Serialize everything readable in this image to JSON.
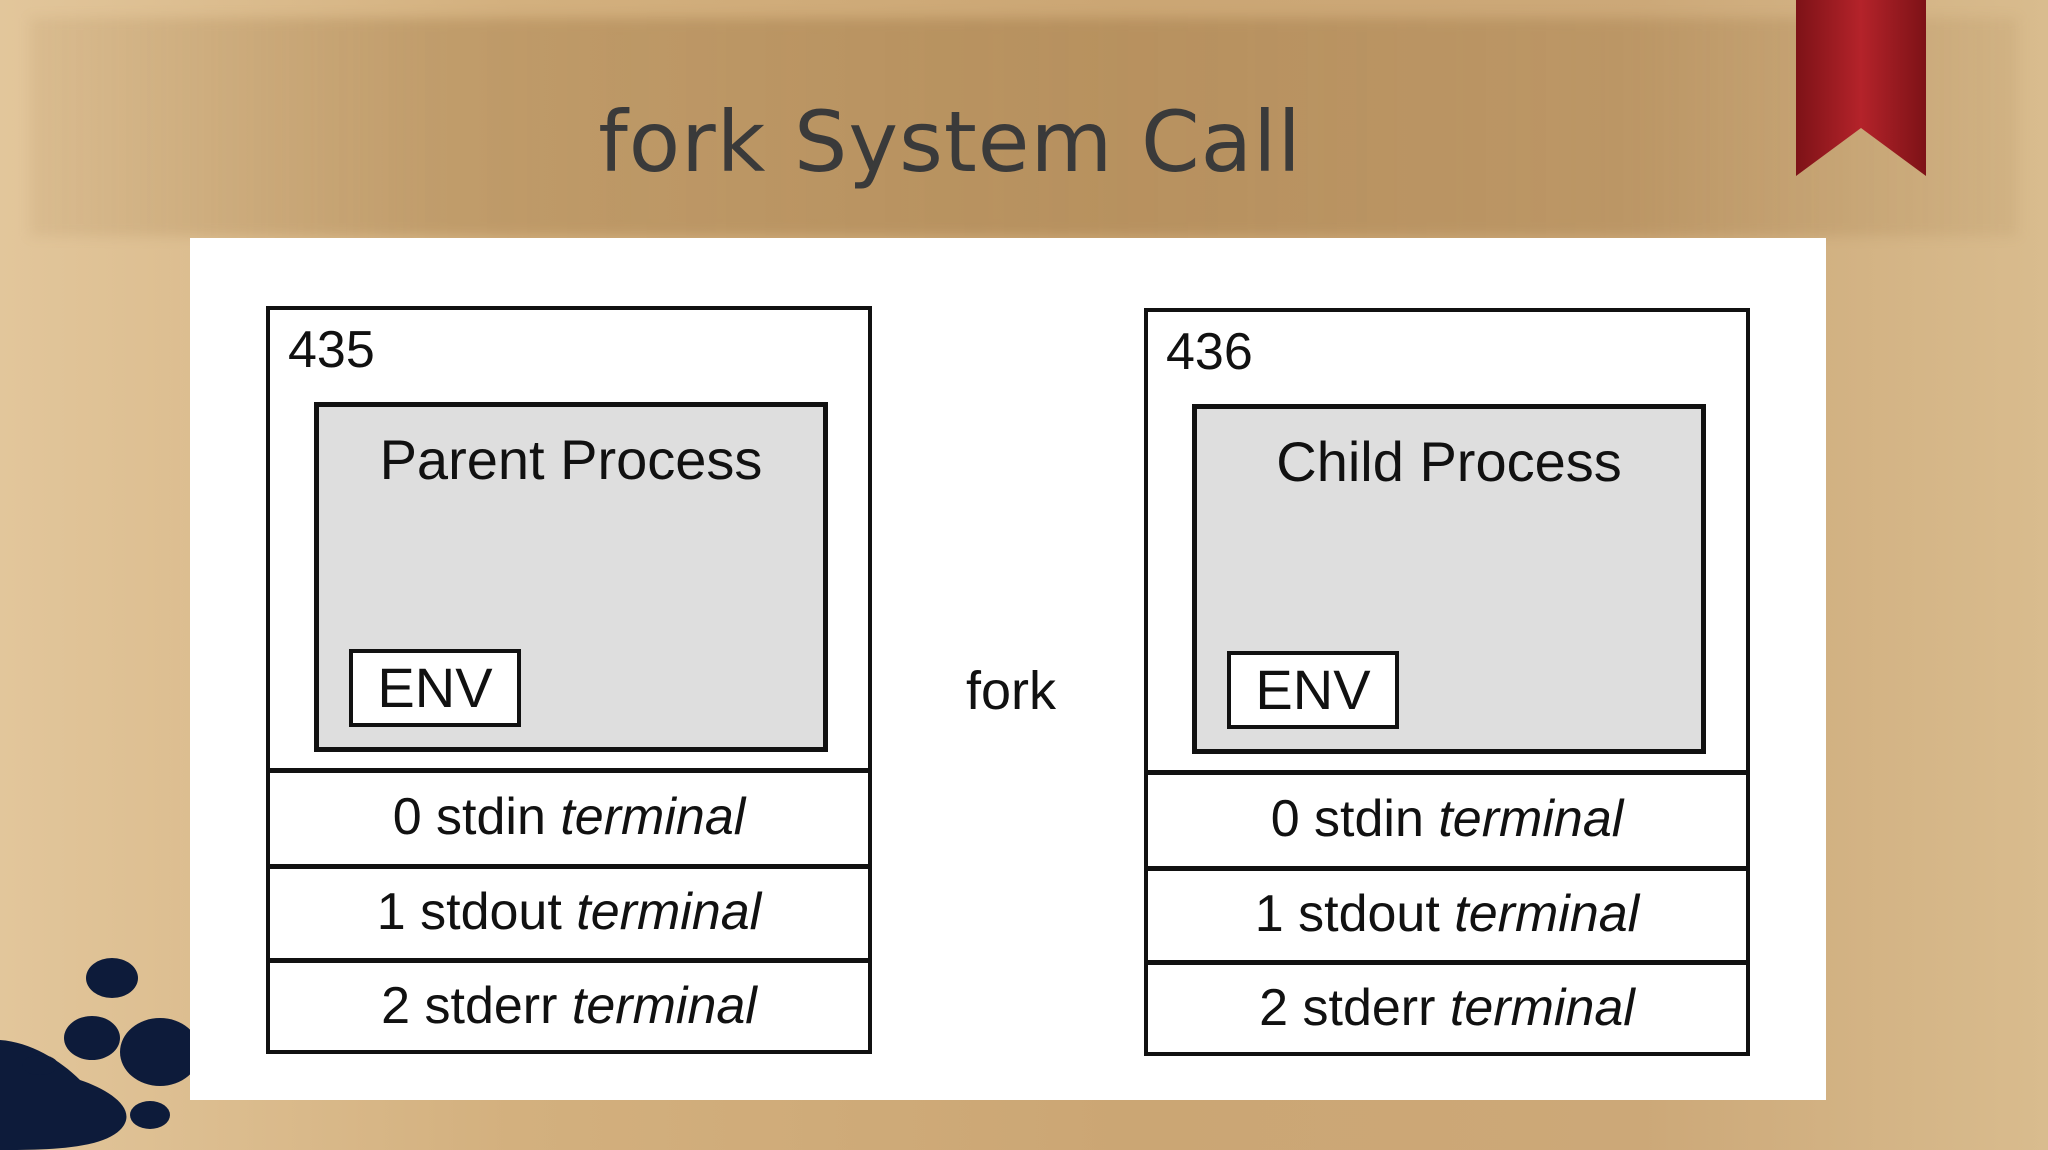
{
  "slide": {
    "title": "fork System Call",
    "accent_colors": {
      "ribbon": "#9b1a1f",
      "splash": "#0d1b3a"
    }
  },
  "diagram": {
    "parent": {
      "pid": "435",
      "label": "Parent Process",
      "env": "ENV",
      "fds": [
        {
          "num_name": "0 stdin",
          "target": "terminal"
        },
        {
          "num_name": "1 stdout",
          "target": "terminal"
        },
        {
          "num_name": "2 stderr",
          "target": "terminal"
        }
      ]
    },
    "arrow_label": "fork",
    "child": {
      "pid": "436",
      "label": "Child Process",
      "env": "ENV",
      "fds": [
        {
          "num_name": "0 stdin",
          "target": "terminal"
        },
        {
          "num_name": "1 stdout",
          "target": "terminal"
        },
        {
          "num_name": "2 stderr",
          "target": "terminal"
        }
      ]
    }
  }
}
